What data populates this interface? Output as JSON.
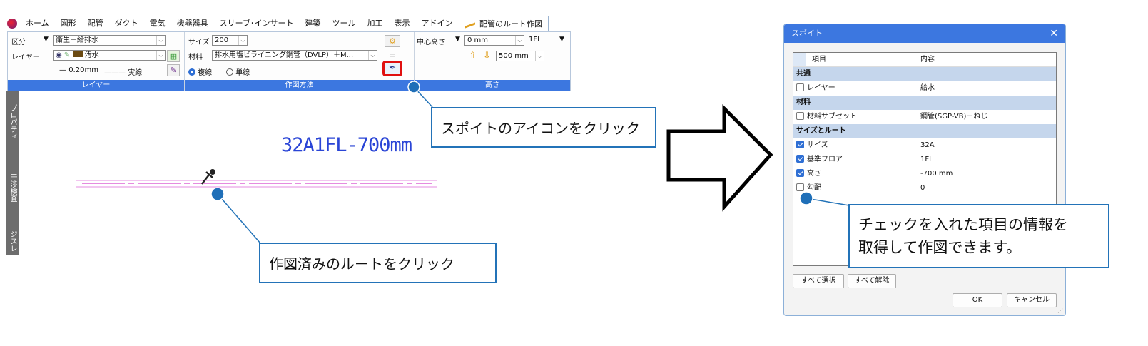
{
  "menubar": {
    "items": [
      "ホーム",
      "図形",
      "配管",
      "ダクト",
      "電気",
      "機器器具",
      "スリーブ･インサート",
      "建築",
      "ツール",
      "加工",
      "表示",
      "アドイン"
    ],
    "active_tab": "配管のルート作図"
  },
  "ribbon": {
    "layer_group": {
      "kubun_label": "区分",
      "kubun_value": "衛生－給排水",
      "layer_label": "レイヤー",
      "layer_value": "汚水",
      "line_width": "0.20mm",
      "line_type": "実線",
      "footer": "レイヤー"
    },
    "method_group": {
      "size_label": "サイズ",
      "size_value": "200",
      "material_label": "材料",
      "material_value": "排水用塩ビライニング鋼管（DVLP）＋M...",
      "radio_double": "複線",
      "radio_single": "単線",
      "footer": "作図方法"
    },
    "height_group": {
      "center_label": "中心高さ",
      "offset_value": "0 mm",
      "floor_value": "1FL",
      "step_value": "500 mm",
      "footer": "高さ"
    }
  },
  "sidebar": {
    "items": [
      "プロパティ",
      "干渉検査",
      "ジスレ"
    ]
  },
  "canvas": {
    "route_label": "32A1FL-700mm",
    "callout_eyedropper": "スポイトのアイコンをクリック",
    "callout_route": "作図済みのルートをクリック"
  },
  "dialog": {
    "title": "スポイト",
    "close": "✕",
    "headers": [
      "項目",
      "内容"
    ],
    "rows": [
      {
        "type": "category",
        "label": "共通"
      },
      {
        "type": "item",
        "label": "レイヤー",
        "value": "給水",
        "checked": false
      },
      {
        "type": "category",
        "label": "材料"
      },
      {
        "type": "item",
        "label": "材料サブセット",
        "value": "鋼管(SGP-VB)＋ねじ",
        "checked": false
      },
      {
        "type": "category",
        "label": "サイズとルート"
      },
      {
        "type": "item",
        "label": "サイズ",
        "value": "32A",
        "checked": true
      },
      {
        "type": "item",
        "label": "基準フロア",
        "value": "1FL",
        "checked": true
      },
      {
        "type": "item",
        "label": "高さ",
        "value": "-700 mm",
        "checked": true
      },
      {
        "type": "item",
        "label": "勾配",
        "value": "0",
        "checked": false
      }
    ],
    "select_all": "すべて選択",
    "clear_all": "すべて解除",
    "ok": "OK",
    "cancel": "キャンセル",
    "callout_info_line1": "チェックを入れた項目の情報を",
    "callout_info_line2": "取得して作図できます。"
  },
  "colors": {
    "accent": "#3c77e0",
    "callout_border": "#2373b8",
    "highlight_red": "#e01010",
    "route_text": "#2a45d6"
  }
}
